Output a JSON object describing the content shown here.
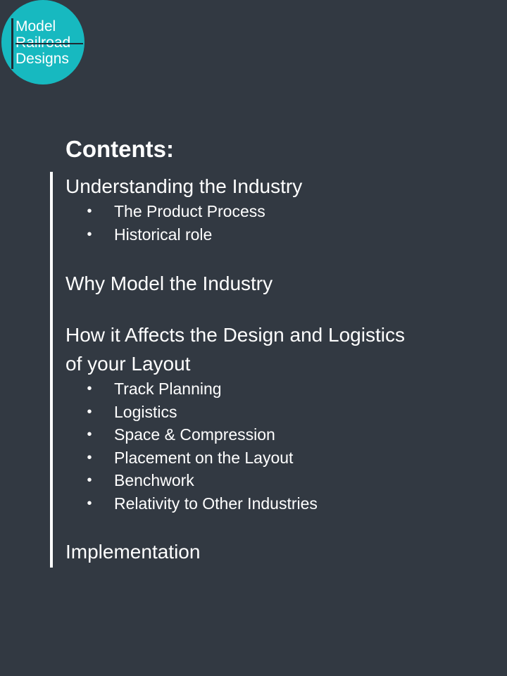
{
  "logo": {
    "lines": [
      "Model",
      "Railroad",
      "Designs"
    ],
    "color": "#17b9c0"
  },
  "contents": {
    "title": "Contents:",
    "sections": [
      {
        "title": "Understanding the Industry",
        "items": [
          "The Product Process",
          "Historical role"
        ]
      },
      {
        "title": "Why Model the Industry",
        "items": []
      },
      {
        "title_lines": [
          "How it Affects the Design and Logistics",
          "of your Layout"
        ],
        "items": [
          "Track Planning",
          "Logistics",
          "Space & Compression",
          "Placement on the Layout",
          "Benchwork",
          "Relativity to Other Industries"
        ]
      },
      {
        "title": "Implementation",
        "items": []
      }
    ]
  },
  "colors": {
    "background": "#323942",
    "text": "#ffffff",
    "accent": "#17b9c0"
  },
  "bullet_glyph": "•"
}
